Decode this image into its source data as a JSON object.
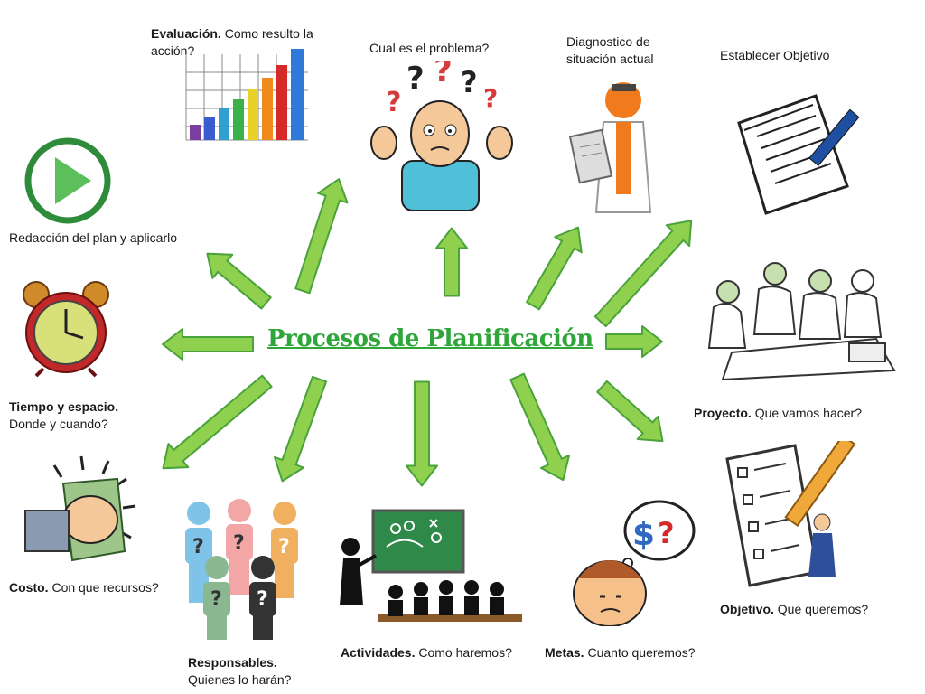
{
  "center": {
    "title": "Procesos de Planificación"
  },
  "nodes": {
    "evaluacion": {
      "bold": "Evaluación.",
      "text": "Como resulto la acción?"
    },
    "problema": {
      "bold": "",
      "text": "Cual es el problema?"
    },
    "diagnostico": {
      "bold": "",
      "text": "Diagnostico de situación actual"
    },
    "establecer": {
      "bold": "",
      "text": "Establecer Objetivo"
    },
    "redaccion": {
      "bold": "",
      "text": "Redacción del plan y aplicarlo"
    },
    "tiempo": {
      "bold": "Tiempo y espacio.",
      "text": "Donde y cuando?"
    },
    "proyecto": {
      "bold": "Proyecto.",
      "text": "Que vamos hacer?"
    },
    "costo": {
      "bold": "Costo.",
      "text": "Con que recursos?"
    },
    "responsables": {
      "bold": "Responsables.",
      "text": "Quienes lo harán?"
    },
    "actividades": {
      "bold": "Actividades.",
      "text": "Como haremos?"
    },
    "metas": {
      "bold": "Metas.",
      "text": "Cuanto queremos?"
    },
    "objetivo": {
      "bold": "Objetivo.",
      "text": "Que queremos?"
    }
  },
  "colors": {
    "arrow_fill": "#8fd14f",
    "arrow_stroke": "#4aa23a",
    "title": "#2fa63a"
  },
  "icons": [
    "bar-chart-icon",
    "confused-person-icon",
    "doctor-icon",
    "document-pen-icon",
    "play-button-icon",
    "alarm-clock-icon",
    "team-meeting-icon",
    "money-hand-icon",
    "people-question-icon",
    "teacher-board-icon",
    "thinking-money-icon",
    "checklist-pencil-icon"
  ]
}
